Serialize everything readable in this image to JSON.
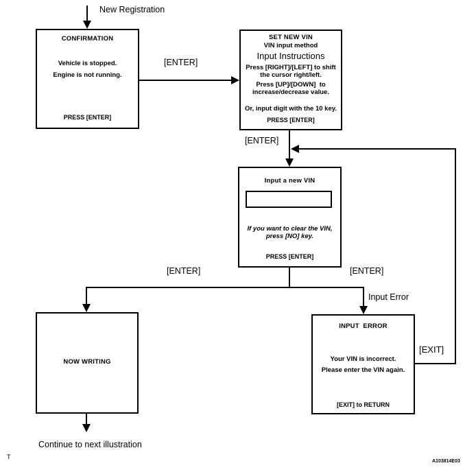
{
  "page": {
    "background": "#ffffff",
    "line_color": "#000000",
    "figure_id": "A103814E03",
    "footnote": "T"
  },
  "labels": {
    "new_registration": "New Registration",
    "enter_top": "[ENTER]",
    "enter_mid": "[ENTER]",
    "enter_left_branch": "[ENTER]",
    "enter_right_branch": "[ENTER]",
    "input_error": "Input Error",
    "exit": "[EXIT]",
    "continue_next": "Continue to next illustration"
  },
  "boxes": {
    "confirmation": {
      "title": "CONFIRMATION",
      "line1": "Vehicle is stopped.",
      "line2": "Engine is not running.",
      "footer": "PRESS [ENTER]"
    },
    "set_new_vin": {
      "title": "SET NEW VIN",
      "subtitle": "VIN input method",
      "overlay": "Input Instructions",
      "line1": "Press [RIGHT]/[LEFT] to shift",
      "line2": "the cursor right/left.",
      "line3": "Press [UP]/[DOWN]  to",
      "line4": "increase/decrease value.",
      "line5": "Or, input digit with the 10 key.",
      "footer": "PRESS [ENTER]"
    },
    "input_new_vin": {
      "title": "Input a new VIN",
      "vin_field_value": "",
      "line1": "If you want to clear the VIN,",
      "line2": "press [NO] key.",
      "footer": "PRESS [ENTER]"
    },
    "now_writing": {
      "title": "NOW WRITING"
    },
    "input_error": {
      "title": "INPUT  ERROR",
      "line1": "Your VIN is incorrect.",
      "line2": "Please enter the VIN again.",
      "footer": "[EXIT] to RETURN"
    }
  }
}
